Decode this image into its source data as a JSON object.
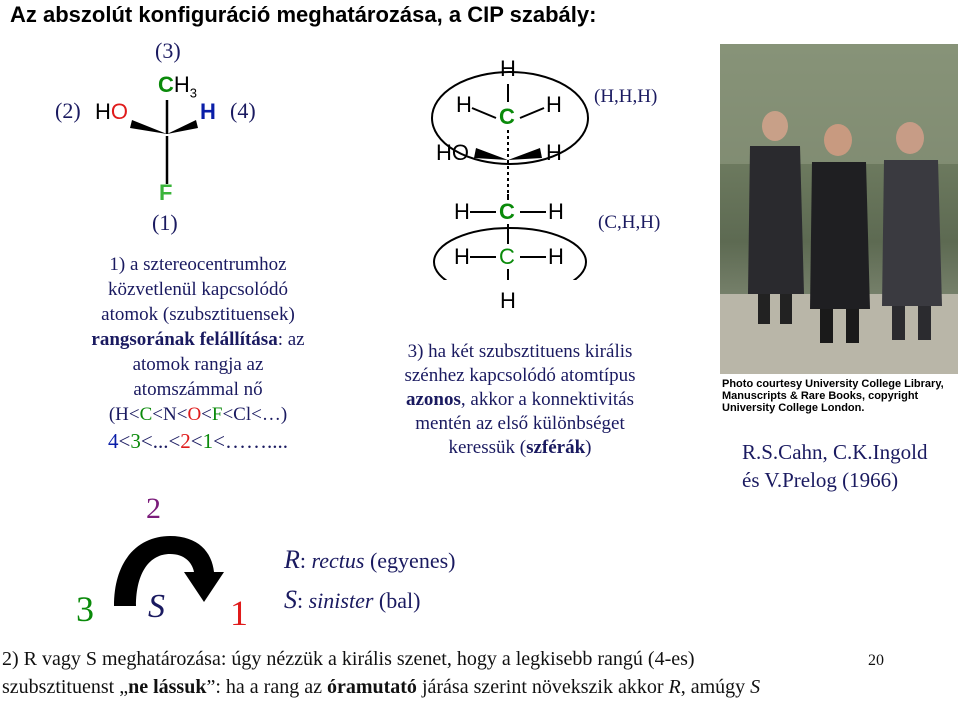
{
  "title": "Az abszolút konfiguráció meghatározása, a CIP szabály:",
  "molecule": {
    "top_prio": "(3)",
    "top_atom_c": "C",
    "top_atom_h3": "H",
    "top_atom_sub": "3",
    "left_prio": "(2)",
    "left_atom": "HO",
    "right_atom": "H",
    "right_prio": "(4)",
    "bottom_atom": "F",
    "bottom_prio": "(1)"
  },
  "step1": {
    "l1": "1)    a sztereocentrumhoz",
    "l2": "közvetlenül kapcsolódó",
    "l3": "atomok (szubsztituensek)",
    "l4_bold": "rangsorának felállítása",
    "l4_rest": ": az",
    "l5": "atomok rangja az",
    "l6": "atomszámmal nő",
    "l7_open": "(",
    "l7_h": "H",
    "l7_lt1": "<",
    "l7_c": "C",
    "l7_n": "<N<",
    "l7_o": "O",
    "l7_lt2": "<",
    "l7_f": "F",
    "l7_cl": "<Cl<…)",
    "l8_4": "4",
    "l8_lt1": "<",
    "l8_3": "3",
    "l8_mid": "<...<",
    "l8_2": "2",
    "l8_lt2": "<",
    "l8_1": "1",
    "l8_end": "<……...."
  },
  "diagram": {
    "h_top": "H",
    "h_left1": "H",
    "c1": "C",
    "h_right1": "H",
    "ho": "HO",
    "h_right_wedge": "H",
    "h_left2": "H",
    "c2": "C",
    "h_right2": "H",
    "h_left3": "H",
    "c3": "C",
    "h_right3": "H",
    "h_bottom": "H",
    "sphere1": "(H,H,H)",
    "sphere2": "(C,H,H)"
  },
  "step3": {
    "l1": "3) ha két szubsztituens királis",
    "l2": "szénhez kapcsolódó atomtípus",
    "l3_bold": "azonos",
    "l3_rest": ", akkor a konnektivitás",
    "l4": "mentén  az első különbséget",
    "l5_start": "keressük (",
    "l5_bold": "szférák",
    "l5_end": ")"
  },
  "rotation": {
    "n2": "2",
    "n3": "3",
    "s": "S",
    "n1": "1"
  },
  "rs": {
    "r_letter": "R",
    "r_rest": ": ",
    "r_word": "rectus",
    "r_paren": " (egyenes)",
    "s_letter": "S",
    "s_rest": ": ",
    "s_word": "sinister",
    "s_paren": " (bal)"
  },
  "photo": {
    "caption_l1": "Photo courtesy University College Library,",
    "caption_l2": "Manuscripts & Rare Books, copyright",
    "caption_l3": "University College London.",
    "names_l1": "R.S.Cahn, C.K.Ingold",
    "names_l2": "és V.Prelog (1966)"
  },
  "footer": {
    "l1": "2) R vagy S meghatározása: úgy nézzük a királis szenet, hogy a legkisebb rangú (4-es)",
    "l2_a": "szubsztituenst „",
    "l2_b": "ne lássuk",
    "l2_c": "”: ha a rang az ",
    "l2_d": "óramutató",
    "l2_e": " járása szerint növekszik akkor ",
    "l2_f": "R",
    "l2_g": ", amúgy ",
    "l2_h": "S",
    "page_num": "20"
  }
}
